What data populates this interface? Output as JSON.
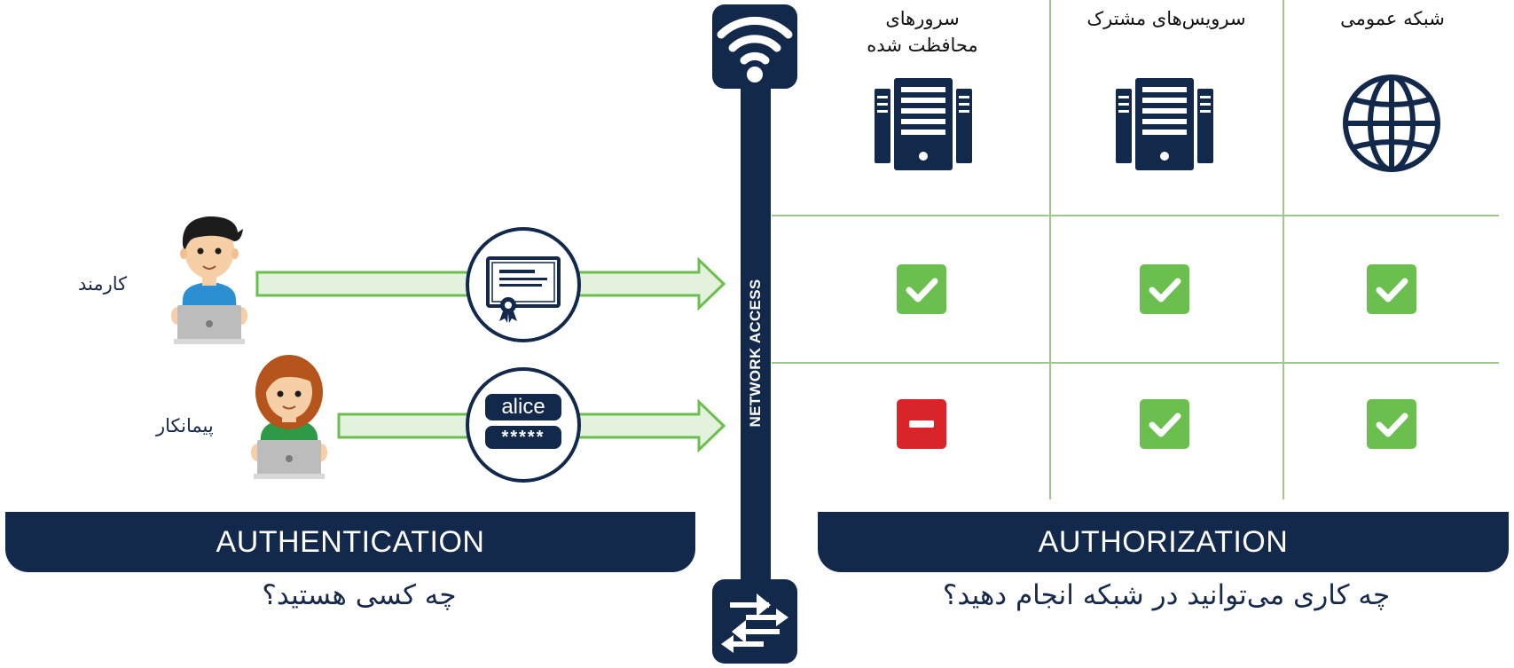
{
  "left_banner": "AUTHENTICATION",
  "right_banner": "AUTHORIZATION",
  "left_question": "چه کسی هستید؟",
  "right_question": "چه کاری می‌توانید در شبکه انجام دهید؟",
  "divider_label": "NETWORK ACCESS",
  "users": [
    {
      "label": "کارمند"
    },
    {
      "label": "پیمانکار"
    }
  ],
  "credentials": {
    "username": "alice",
    "password": "*****"
  },
  "columns": [
    {
      "title_line1": "سرورهای",
      "title_line2": "محافظت شده",
      "icon": "server-rack-icon"
    },
    {
      "title_line1": "سرویس‌های مشترک",
      "title_line2": "",
      "icon": "server-rack-icon"
    },
    {
      "title_line1": "شبکه عمومی",
      "title_line2": "",
      "icon": "globe-icon"
    }
  ],
  "access_matrix": [
    [
      "allowed",
      "allowed",
      "allowed"
    ],
    [
      "denied",
      "allowed",
      "allowed"
    ]
  ],
  "colors": {
    "navy": "#13294b",
    "allowed": "#6bbf4e",
    "denied": "#d9252a",
    "arrow_fill": "#e3f2dc",
    "arrow_stroke": "#6bbf4e",
    "grid": "#9cc98b"
  }
}
